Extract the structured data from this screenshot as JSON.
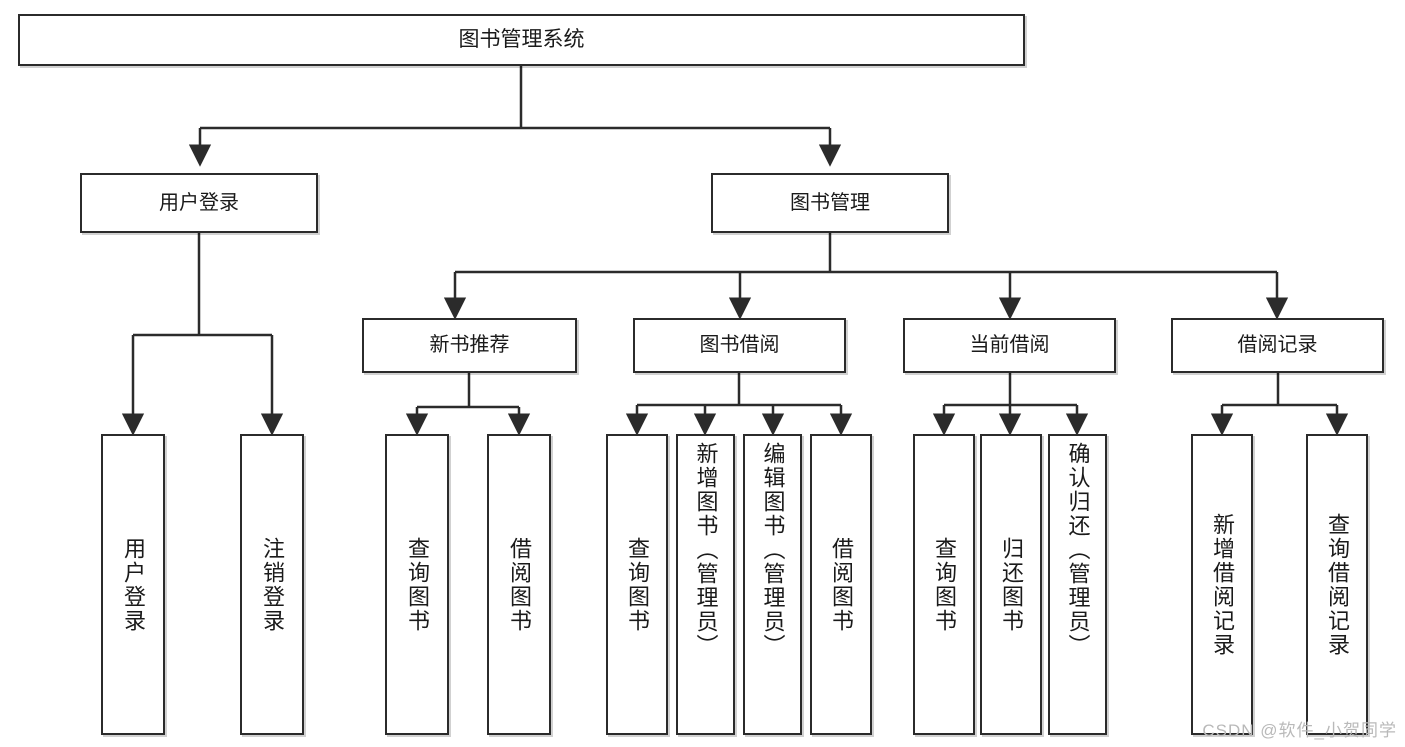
{
  "diagram": {
    "type": "tree",
    "title": "图书管理系统",
    "background_color": "#ffffff",
    "line_color": "#2b2b2b",
    "box_border_color": "#2b2b2b",
    "box_fill_color": "#ffffff",
    "watermark": "CSDN @软件_小贺同学"
  },
  "nodes": {
    "root": {
      "label": "图书管理系统"
    },
    "level2": [
      {
        "label": "用户登录"
      },
      {
        "label": "图书管理"
      }
    ],
    "level3": [
      {
        "label": "新书推荐"
      },
      {
        "label": "图书借阅"
      },
      {
        "label": "当前借阅"
      },
      {
        "label": "借阅记录"
      }
    ],
    "leaves": {
      "user_login": [
        {
          "label": "用户登录"
        },
        {
          "label": "注销登录"
        }
      ],
      "new_book_recommend": [
        {
          "label": "查询图书"
        },
        {
          "label": "借阅图书"
        }
      ],
      "book_borrow": [
        {
          "label": "查询图书"
        },
        {
          "label": "新增图书（管理员）"
        },
        {
          "label": "编辑图书（管理员）"
        },
        {
          "label": "借阅图书"
        }
      ],
      "current_borrow": [
        {
          "label": "查询图书"
        },
        {
          "label": "归还图书"
        },
        {
          "label": "确认归还（管理员）"
        }
      ],
      "borrow_records": [
        {
          "label": "新增借阅记录"
        },
        {
          "label": "查询借阅记录"
        }
      ]
    }
  }
}
